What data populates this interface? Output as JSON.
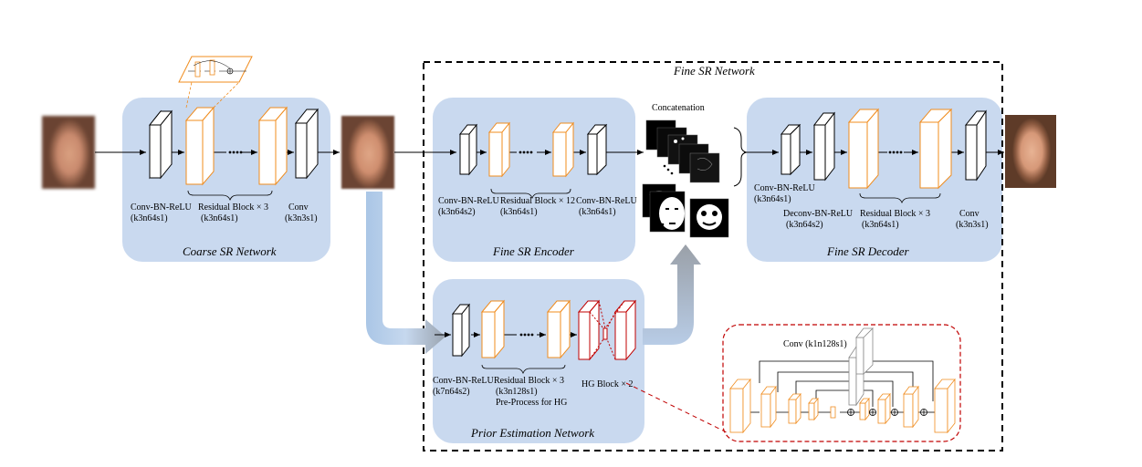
{
  "fine_sr_network": {
    "title": "Fine SR Network"
  },
  "coarse": {
    "title": "Coarse SR Network",
    "labels": {
      "conv_bn_relu": "Conv-BN-ReLU",
      "conv_bn_relu_param": "(k3n64s1)",
      "residual": "Residual Block × 3",
      "residual_param": "(k3n64s1)",
      "conv": "Conv",
      "conv_param": "(k3n3s1)"
    }
  },
  "encoder": {
    "title": "Fine SR Encoder",
    "labels": {
      "conv_bn_relu_1": "Conv-BN-ReLU",
      "conv_bn_relu_1_param": "(k3n64s2)",
      "residual": "Residual Block × 12",
      "residual_param": "(k3n64s1)",
      "conv_bn_relu_2": "Conv-BN-ReLU",
      "conv_bn_relu_2_param": "(k3n64s1)"
    }
  },
  "concatenation": {
    "label": "Concatenation"
  },
  "decoder": {
    "title": "Fine SR Decoder",
    "labels": {
      "conv_bn_relu": "Conv-BN-ReLU",
      "conv_bn_relu_param": "(k3n64s1)",
      "deconv": "Deconv-BN-ReLU",
      "deconv_param": "(k3n64s2)",
      "residual": "Residual Block × 3",
      "residual_param": "(k3n64s1)",
      "conv": "Conv",
      "conv_param": "(k3n3s1)"
    }
  },
  "prior": {
    "title": "Prior Estimation Network",
    "labels": {
      "conv_bn_relu": "Conv-BN-ReLU",
      "conv_bn_relu_param": "(k7n64s2)",
      "residual": "Residual Block × 3",
      "residual_param": "(k3n128s1)",
      "preprocess": "Pre-Process for HG",
      "hg": "HG Block × 2"
    }
  },
  "hg_detail": {
    "conv_label": "Conv (k1n128s1)"
  },
  "colors": {
    "panel": "#c9d9ef",
    "residual": "#f08c1e",
    "hg": "#c00000",
    "dash_red": "#c00000"
  }
}
